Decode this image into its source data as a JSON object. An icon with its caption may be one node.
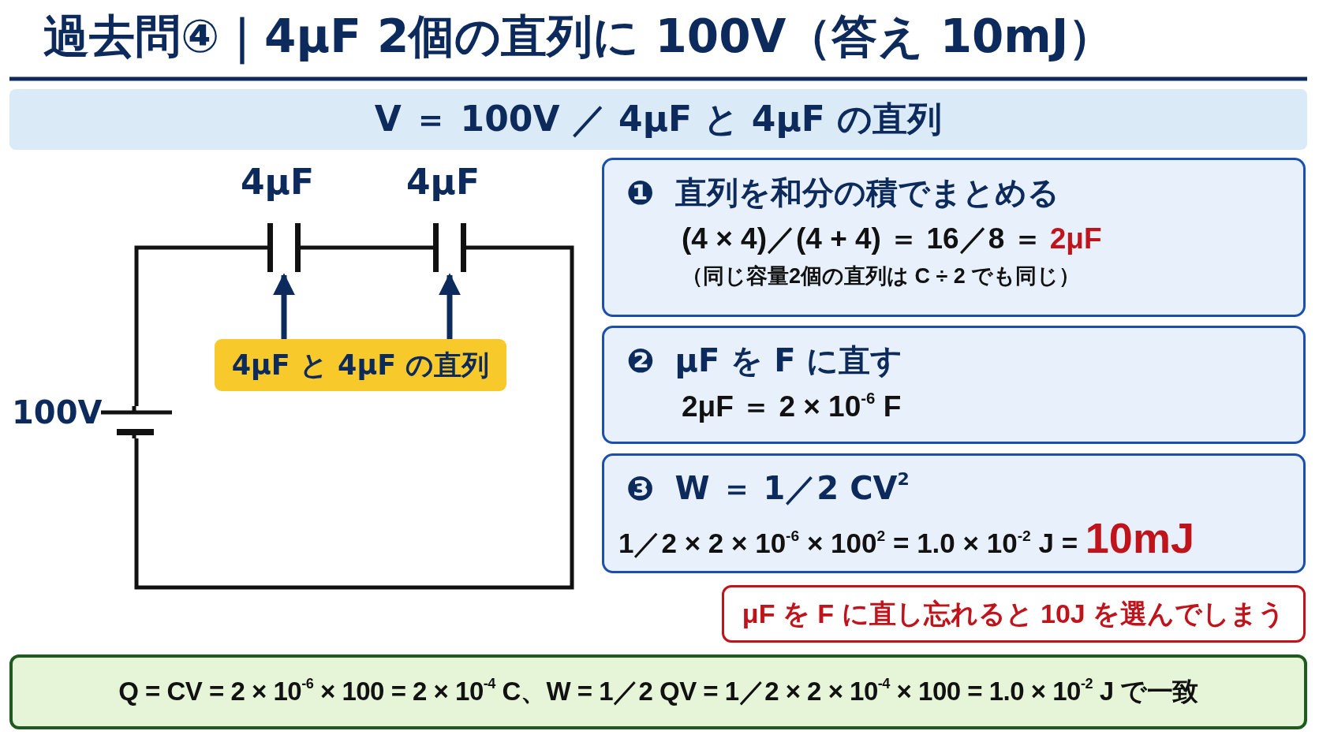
{
  "diagram": {
    "title": "過去問④｜4μF 2個の直列に 100V（答え 10mJ）",
    "nodes": [
      {
        "text": [
          "V ＝ 100V ／ 4μF と 4μF の直列"
        ]
      },
      {
        "text": [],
        "shape": "capacitor"
      },
      {
        "text": [],
        "shape": "capacitor"
      },
      {
        "text": [
          "4μF と 4μF の直列"
        ]
      },
      {
        "text": [
          "❶",
          "直列を和分の積でまとめる",
          "(4 × 4)／(4 + 4) ＝ 16／8 ＝ **2μF**",
          "（同じ容量2個の直列は C ÷ 2 でも同じ）"
        ]
      },
      {
        "text": [
          "❷",
          "μF を F に直す",
          "2μF ＝ 2 × 10$^{-6}$ F"
        ]
      },
      {
        "text": [
          "❸",
          "W ＝ 1／2 CV$^{2}$",
          "1／2 × 2 × 10$^{-6}$ × 100$^{2}$ = 1.0 × 10$^{-2}$ J = **10mJ**"
        ]
      },
      {
        "text": [
          "μF を F に直し忘れると 10J を選んでしまう"
        ]
      },
      {
        "text": [
          "Q = CV = 2 × 10$^{-6}$ × 100 = 2 × 10$^{-4}$ C、W = 1／2 QV = 1／2 × 2 × 10$^{-4}$ × 100 = 1.0 × 10$^{-2}$ J で一致"
        ]
      },
      {
        "text": [],
        "shape": "battery"
      }
    ],
    "edges": [
      {
        "from": 1,
        "to": 2,
        "arrow": "none"
      },
      {
        "from": 2,
        "to": 9,
        "arrow": "none"
      },
      {
        "from": 9,
        "to": 1,
        "arrow": "none"
      },
      {
        "from": 3,
        "to": 1,
        "arrow": "to"
      },
      {
        "from": 3,
        "to": 2,
        "arrow": "to"
      }
    ],
    "labels": [
      "4μF",
      "4μF",
      "100V"
    ]
  }
}
